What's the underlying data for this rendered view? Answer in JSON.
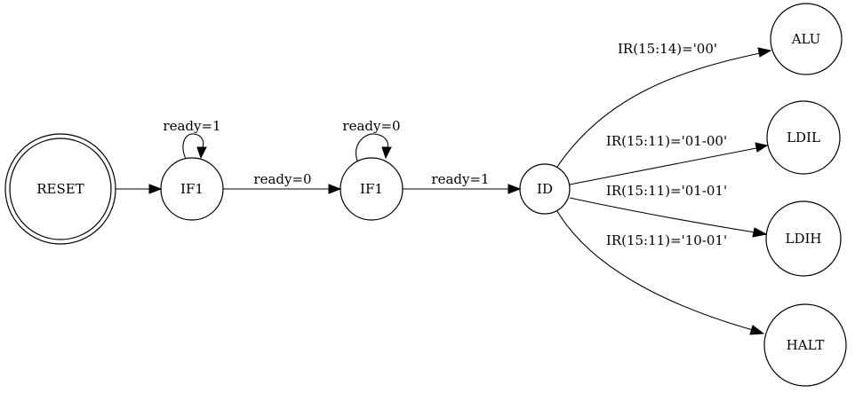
{
  "diagram": {
    "nodes": {
      "reset": "RESET",
      "if1_a": "IF1",
      "if1_b": "IF1",
      "id": "ID",
      "alu": "ALU",
      "ldil": "LDIL",
      "ldih": "LDIH",
      "halt": "HALT"
    },
    "edges": {
      "if1_a_self": "ready=1",
      "if1_a_to_if1_b": "ready=0",
      "if1_b_self": "ready=0",
      "if1_b_to_id": "ready=1",
      "id_to_alu": "IR(15:14)='00'",
      "id_to_ldil": "IR(15:11)='01-00'",
      "id_to_ldih": "IR(15:11)='01-01'",
      "id_to_halt": "IR(15:11)='10-01'"
    }
  }
}
